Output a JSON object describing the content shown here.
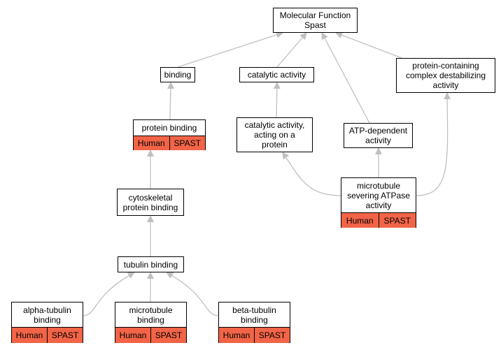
{
  "colors": {
    "edge": "#c0c0c0",
    "annotation_fill": "#f26447",
    "node_border": "#000000"
  },
  "nodes": {
    "root": {
      "label": "Molecular Function\nSpast"
    },
    "binding": {
      "label": "binding"
    },
    "catalytic": {
      "label": "catalytic activity"
    },
    "complex_destab": {
      "label": "protein-containing\ncomplex destabilizing\nactivity"
    },
    "protein_binding": {
      "label": "protein binding",
      "species": "Human",
      "gene": "SPAST"
    },
    "catalytic_protein": {
      "label": "catalytic activity,\nacting on a\nprotein"
    },
    "atp_dependent": {
      "label": "ATP-dependent\nactivity"
    },
    "microtubule_severing": {
      "label": "microtubule\nsevering ATPase\nactivity",
      "species": "Human",
      "gene": "SPAST"
    },
    "cytoskeletal": {
      "label": "cytoskeletal\nprotein binding"
    },
    "tubulin": {
      "label": "tubulin binding"
    },
    "alpha_tubulin": {
      "label": "alpha-tubulin\nbinding",
      "species": "Human",
      "gene": "SPAST"
    },
    "microtubule_binding": {
      "label": "microtubule\nbinding",
      "species": "Human",
      "gene": "SPAST"
    },
    "beta_tubulin": {
      "label": "beta-tubulin\nbinding",
      "species": "Human",
      "gene": "SPAST"
    }
  },
  "edges": [
    [
      "binding",
      "root"
    ],
    [
      "catalytic",
      "root"
    ],
    [
      "atp_dependent",
      "root"
    ],
    [
      "complex_destab",
      "root"
    ],
    [
      "protein_binding",
      "binding"
    ],
    [
      "catalytic_protein",
      "catalytic"
    ],
    [
      "cytoskeletal",
      "protein_binding"
    ],
    [
      "microtubule_severing",
      "catalytic_protein"
    ],
    [
      "microtubule_severing",
      "atp_dependent"
    ],
    [
      "microtubule_severing",
      "complex_destab"
    ],
    [
      "tubulin",
      "cytoskeletal"
    ],
    [
      "alpha_tubulin",
      "tubulin"
    ],
    [
      "microtubule_binding",
      "tubulin"
    ],
    [
      "beta_tubulin",
      "tubulin"
    ]
  ]
}
